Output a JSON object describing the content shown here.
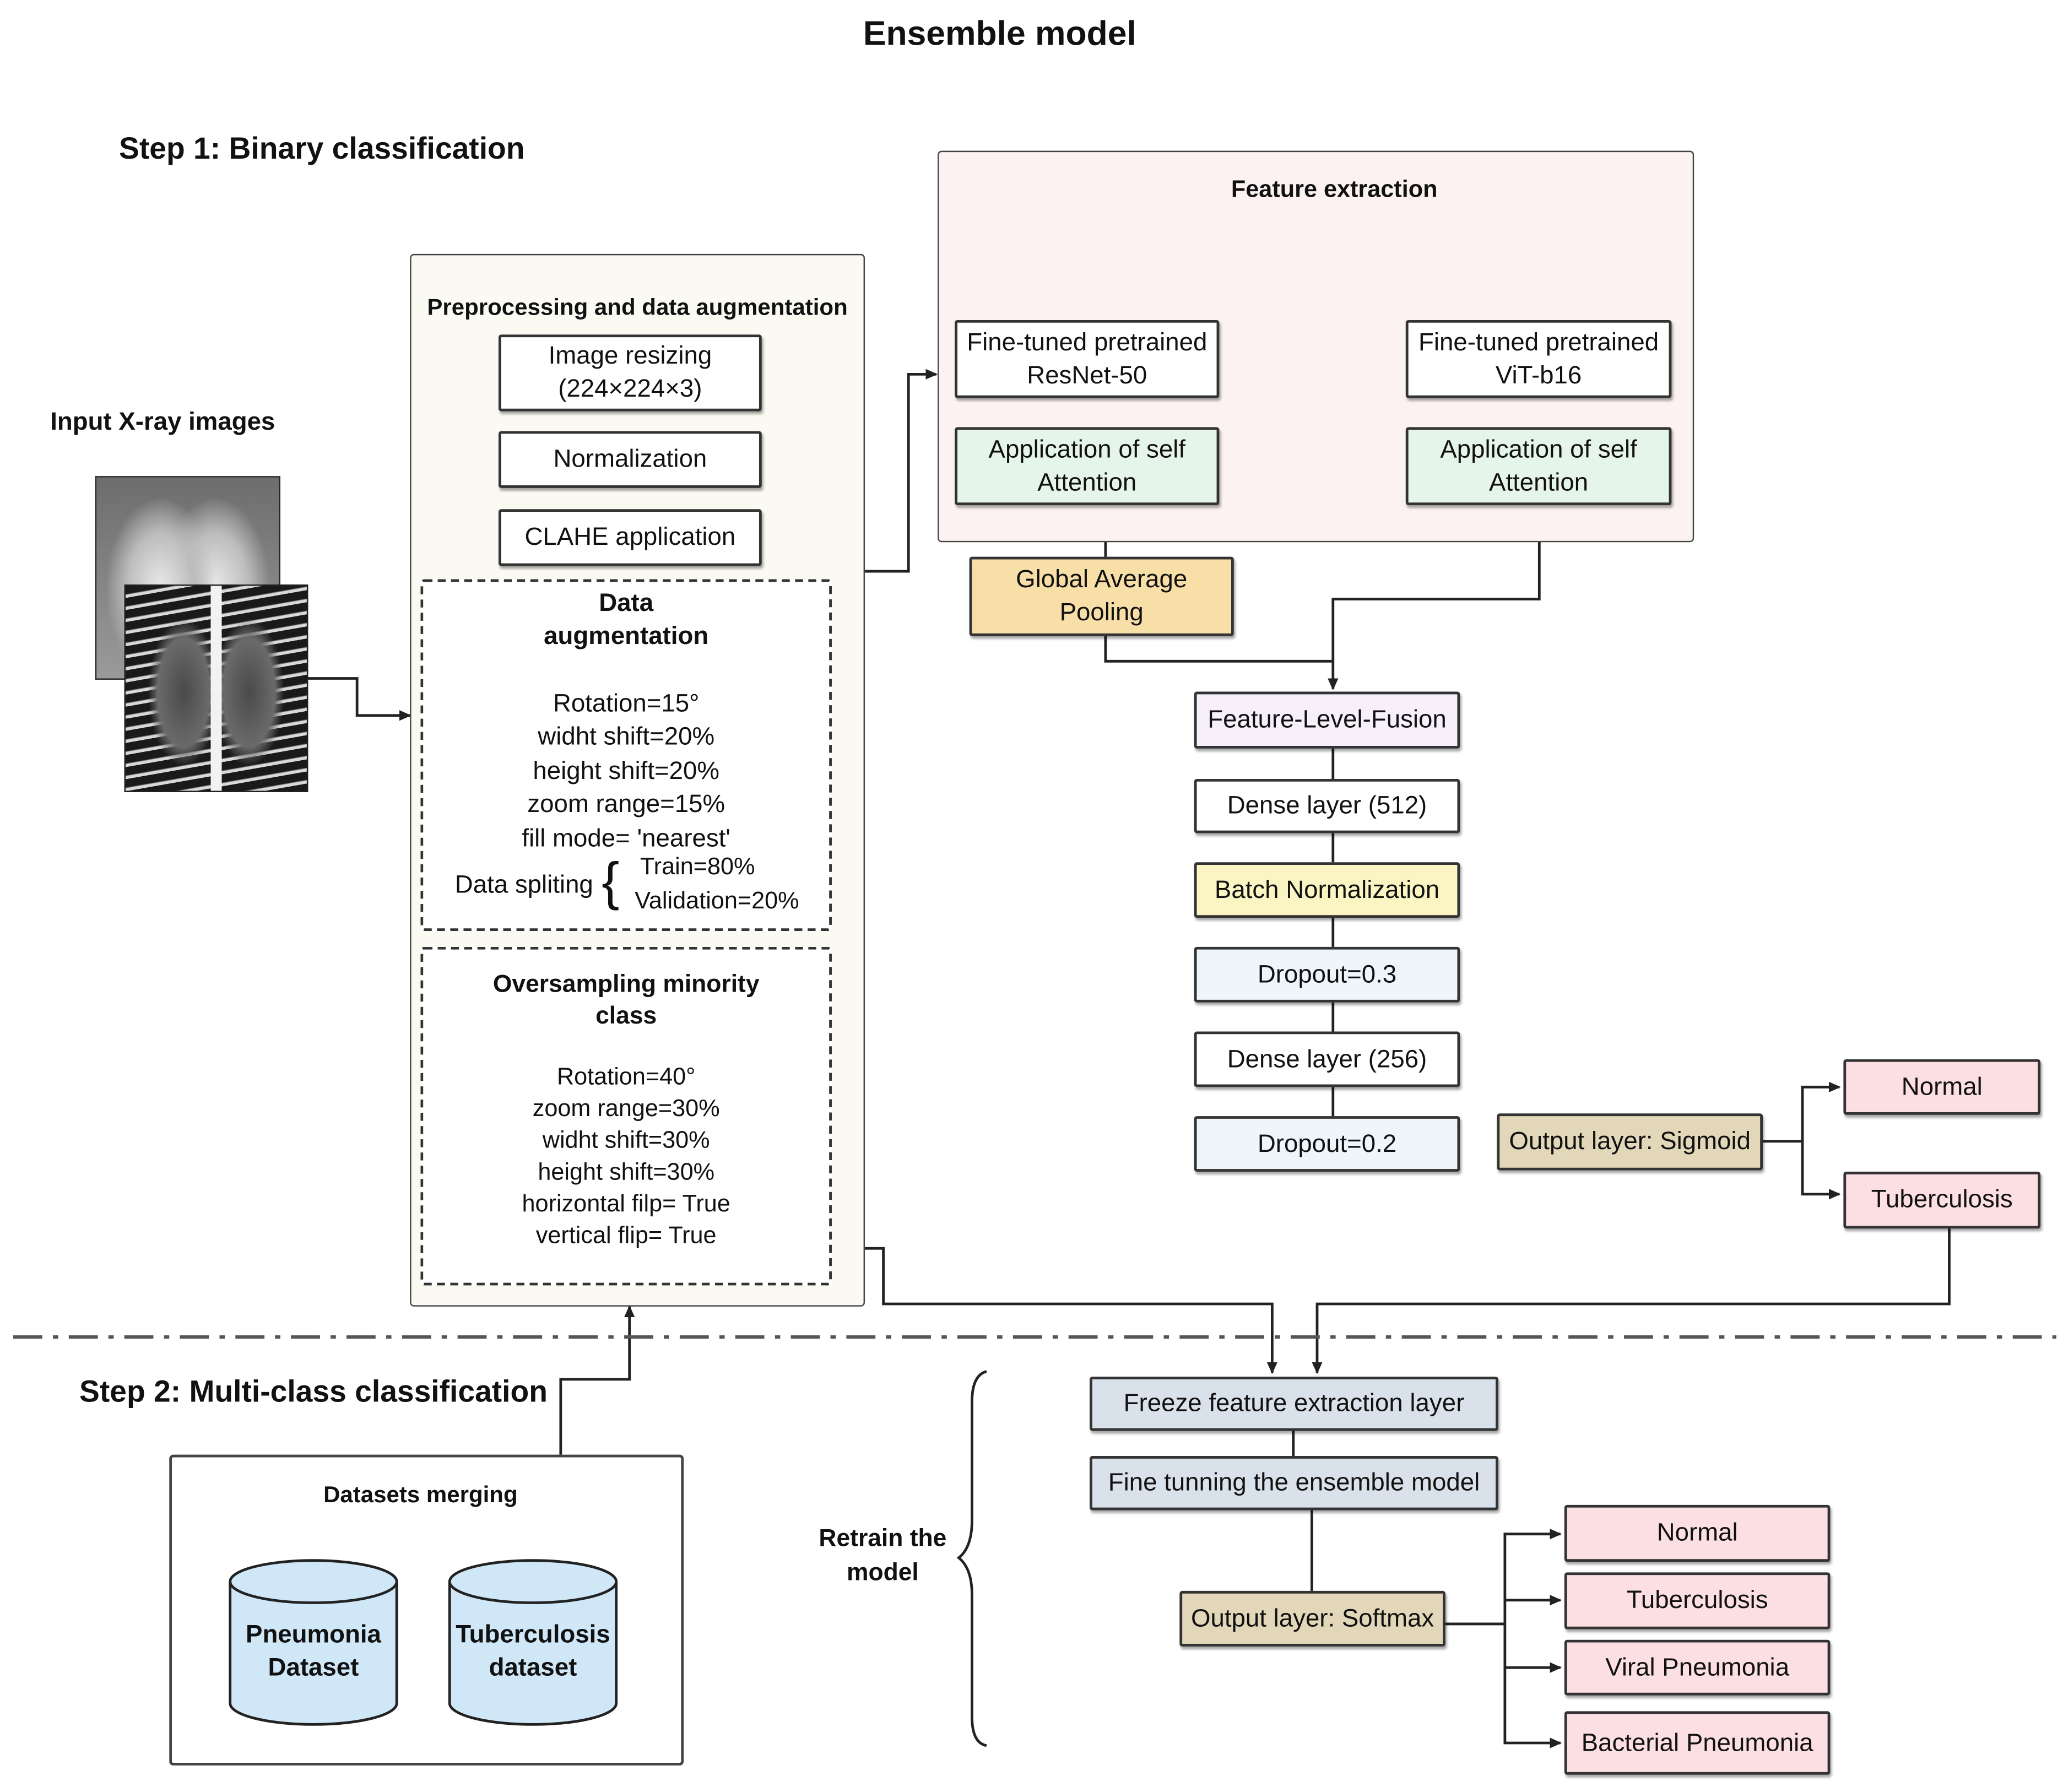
{
  "title": "Ensemble model",
  "step1": {
    "label": "Step 1: Binary classification",
    "input_label": "Input X-ray images",
    "preprocessing": {
      "title": "Preprocessing and data augmentation",
      "image_resizing": "Image resizing\n(224×224×3)",
      "normalization": "Normalization",
      "clahe": "CLAHE application",
      "augmentation_title": "Data\naugmentation",
      "augmentation_params": [
        "Rotation=15°",
        "widht shift=20%",
        "height shift=20%",
        "zoom range=15%",
        "fill mode= 'nearest'"
      ],
      "splitting_label": "Data spliting",
      "split_brace": "{",
      "split_train": "Train=80%",
      "split_validation": "Validation=20%",
      "oversampling_title": "Oversampling minority\nclass",
      "oversampling_params": [
        "Rotation=40°",
        "zoom range=30%",
        "widht shift=30%",
        "height shift=30%",
        "horizontal filp= True",
        "vertical flip= True"
      ]
    },
    "feature_extraction": {
      "title": "Feature extraction",
      "resnet": "Fine-tuned pretrained\nResNet-50",
      "vit": "Fine-tuned pretrained\nViT-b16",
      "attention_left": "Application of self\nAttention",
      "attention_right": "Application of self\nAttention"
    },
    "gap": "Global Average\nPooling",
    "head": {
      "fusion": "Feature-Level-Fusion",
      "dense512": "Dense layer (512)",
      "batchnorm": "Batch Normalization",
      "dropout03": "Dropout=0.3",
      "dense256": "Dense layer (256)",
      "dropout02": "Dropout=0.2"
    },
    "output": "Output layer: Sigmoid",
    "classes": [
      "Normal",
      "Tuberculosis"
    ]
  },
  "step2": {
    "label": "Step 2: Multi-class classification",
    "datasets_title": "Datasets merging",
    "pneumonia_dataset": "Pneumonia\nDataset",
    "tb_dataset": "Tuberculosis\ndataset",
    "retrain": "Retrain the\nmodel",
    "freeze": "Freeze feature extraction layer",
    "finetune": "Fine tunning the ensemble model",
    "output": "Output layer: Softmax",
    "classes": [
      "Normal",
      "Tuberculosis",
      "Viral Pneumonia",
      "Bacterial Pneumonia"
    ]
  },
  "colors": {
    "feature_panel_bg": "#fcf2f2",
    "preproc_bg": "#fbfaf2",
    "attention_bg": "#e6f5ea",
    "gap_bg": "#f8dfa8",
    "fusion_bg": "#f7effa",
    "batchnorm_bg": "#faf5c2",
    "head_bg": "#eef5fb",
    "output_bg": "#e2d7b8",
    "class_bg": "#fcdfe2",
    "step2_box_bg": "#d9e1ea",
    "cylinder_fill": "#cfe7f7"
  }
}
